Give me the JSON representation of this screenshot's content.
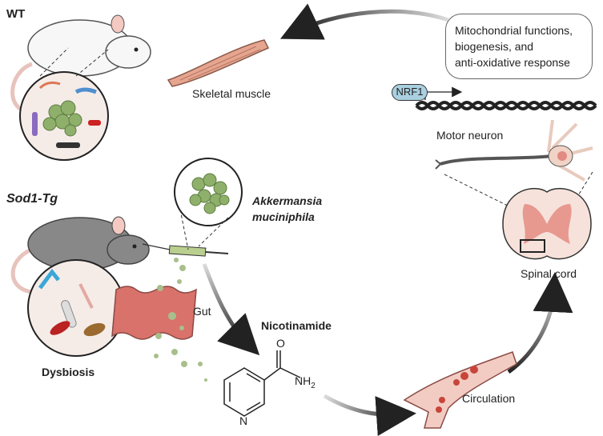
{
  "labels": {
    "wt": "WT",
    "sod1_tg": "Sod1-Tg",
    "skeletal_muscle": "Skeletal muscle",
    "mito_box": [
      "Mitochondrial functions,",
      "biogenesis, and",
      "anti-oxidative response"
    ],
    "nrf1": "NRF1",
    "motor_neuron": "Motor neuron",
    "spinal_cord": "Spinal cord",
    "akkermansia": [
      "Akkermansia",
      "muciniphila"
    ],
    "gut": "Gut",
    "dysbiosis": "Dysbiosis",
    "nicotinamide": "Nicotinamide",
    "o_atom": "O",
    "nh2": "NH",
    "nh2_sub": "2",
    "n_atom": "N",
    "circulation": "Circulation"
  },
  "colors": {
    "akkermansia_green": "#8fb06a",
    "muscle_pink": "#e6a58f",
    "gut_red": "#d9726a",
    "nrf1_blue": "#a9cfe0",
    "spinal_gray_matter": "#e7998f",
    "arrow": "#222222"
  }
}
